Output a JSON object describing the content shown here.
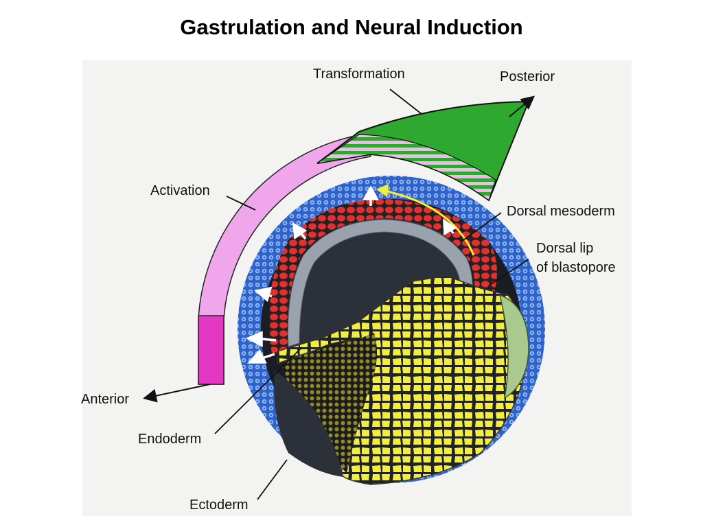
{
  "title": "Gastrulation and Neural Induction",
  "labels": {
    "transformation": "Transformation",
    "posterior": "Posterior",
    "activation": "Activation",
    "dorsal_mesoderm": "Dorsal mesoderm",
    "dorsal_lip_line1": "Dorsal lip",
    "dorsal_lip_line2": "of blastopore",
    "anterior": "Anterior",
    "endoderm": "Endoderm",
    "ectoderm": "Ectoderm"
  },
  "colors": {
    "ectoderm": "#2f63c9",
    "mesoderm": "#e03030",
    "endoderm": "#f2ee3c",
    "cavity": "#1d2128",
    "activation_light": "#f0a6ea",
    "activation_dark": "#e238c4",
    "transformation": "#2ea82e",
    "inner_gray": "#9aa3ad",
    "lip_green": "#a9c98e"
  }
}
